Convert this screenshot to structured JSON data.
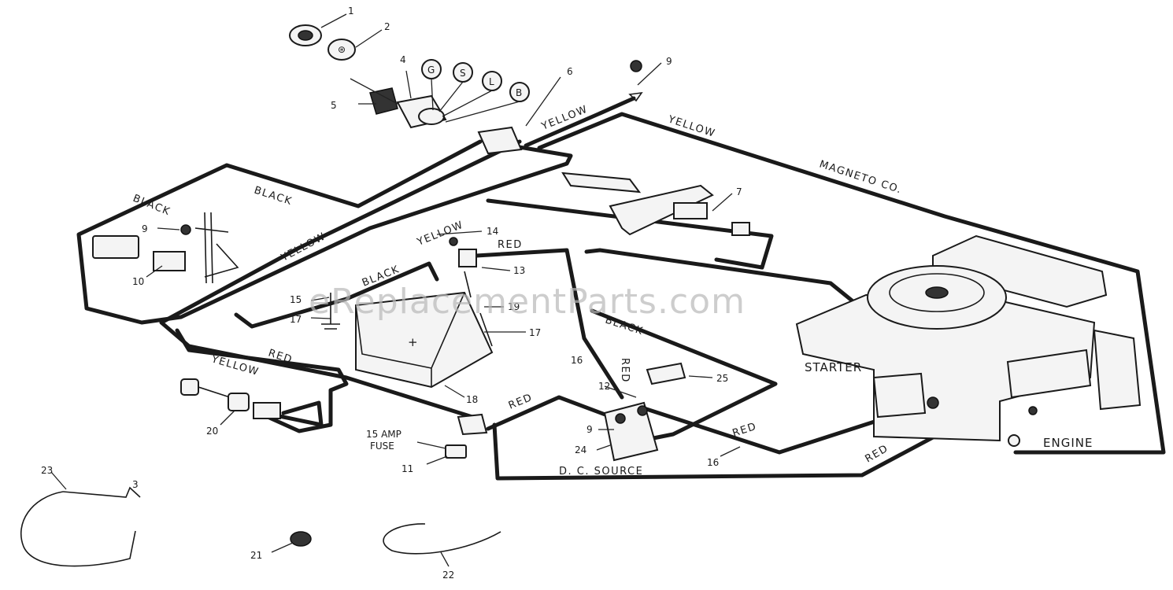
{
  "watermark": "eReplacementParts.com",
  "wire_labels": {
    "black_left": "BLACK",
    "black_top": "BLACK",
    "black_battery": "BLACK",
    "black_right": "BLACK",
    "yellow_switch": "YELLOW",
    "yellow_top": "YELLOW",
    "yellow_diag": "YELLOW",
    "yellow_mid": "YELLOW",
    "yellow_low": "YELLOW",
    "magneto": "MAGNETO CO.",
    "red_top": "RED",
    "red_left": "RED",
    "red_vertical": "RED",
    "red_mid": "RED",
    "red_right": "RED",
    "red_engine": "RED",
    "dc_source": "D. C. SOURCE"
  },
  "component_labels": {
    "starter": "STARTER",
    "engine": "ENGINE",
    "fuse_amp": "15 AMP",
    "fuse": "FUSE"
  },
  "switch_terminals": [
    "G",
    "S",
    "L",
    "B"
  ],
  "callouts": {
    "c1": "1",
    "c2": "2",
    "c4": "4",
    "c5": "5",
    "c6": "6",
    "c7": "7",
    "c9a": "9",
    "c9b": "9",
    "c9c": "9",
    "c10": "10",
    "c11": "11",
    "c12": "12",
    "c13": "13",
    "c14": "14",
    "c15": "15",
    "c16a": "16",
    "c16b": "16",
    "c17a": "17",
    "c17b": "17",
    "c18": "18",
    "c19": "19",
    "c20": "20",
    "c21": "21",
    "c22": "22",
    "c23": "23",
    "c24": "24",
    "c25": "25",
    "c3": "3"
  }
}
